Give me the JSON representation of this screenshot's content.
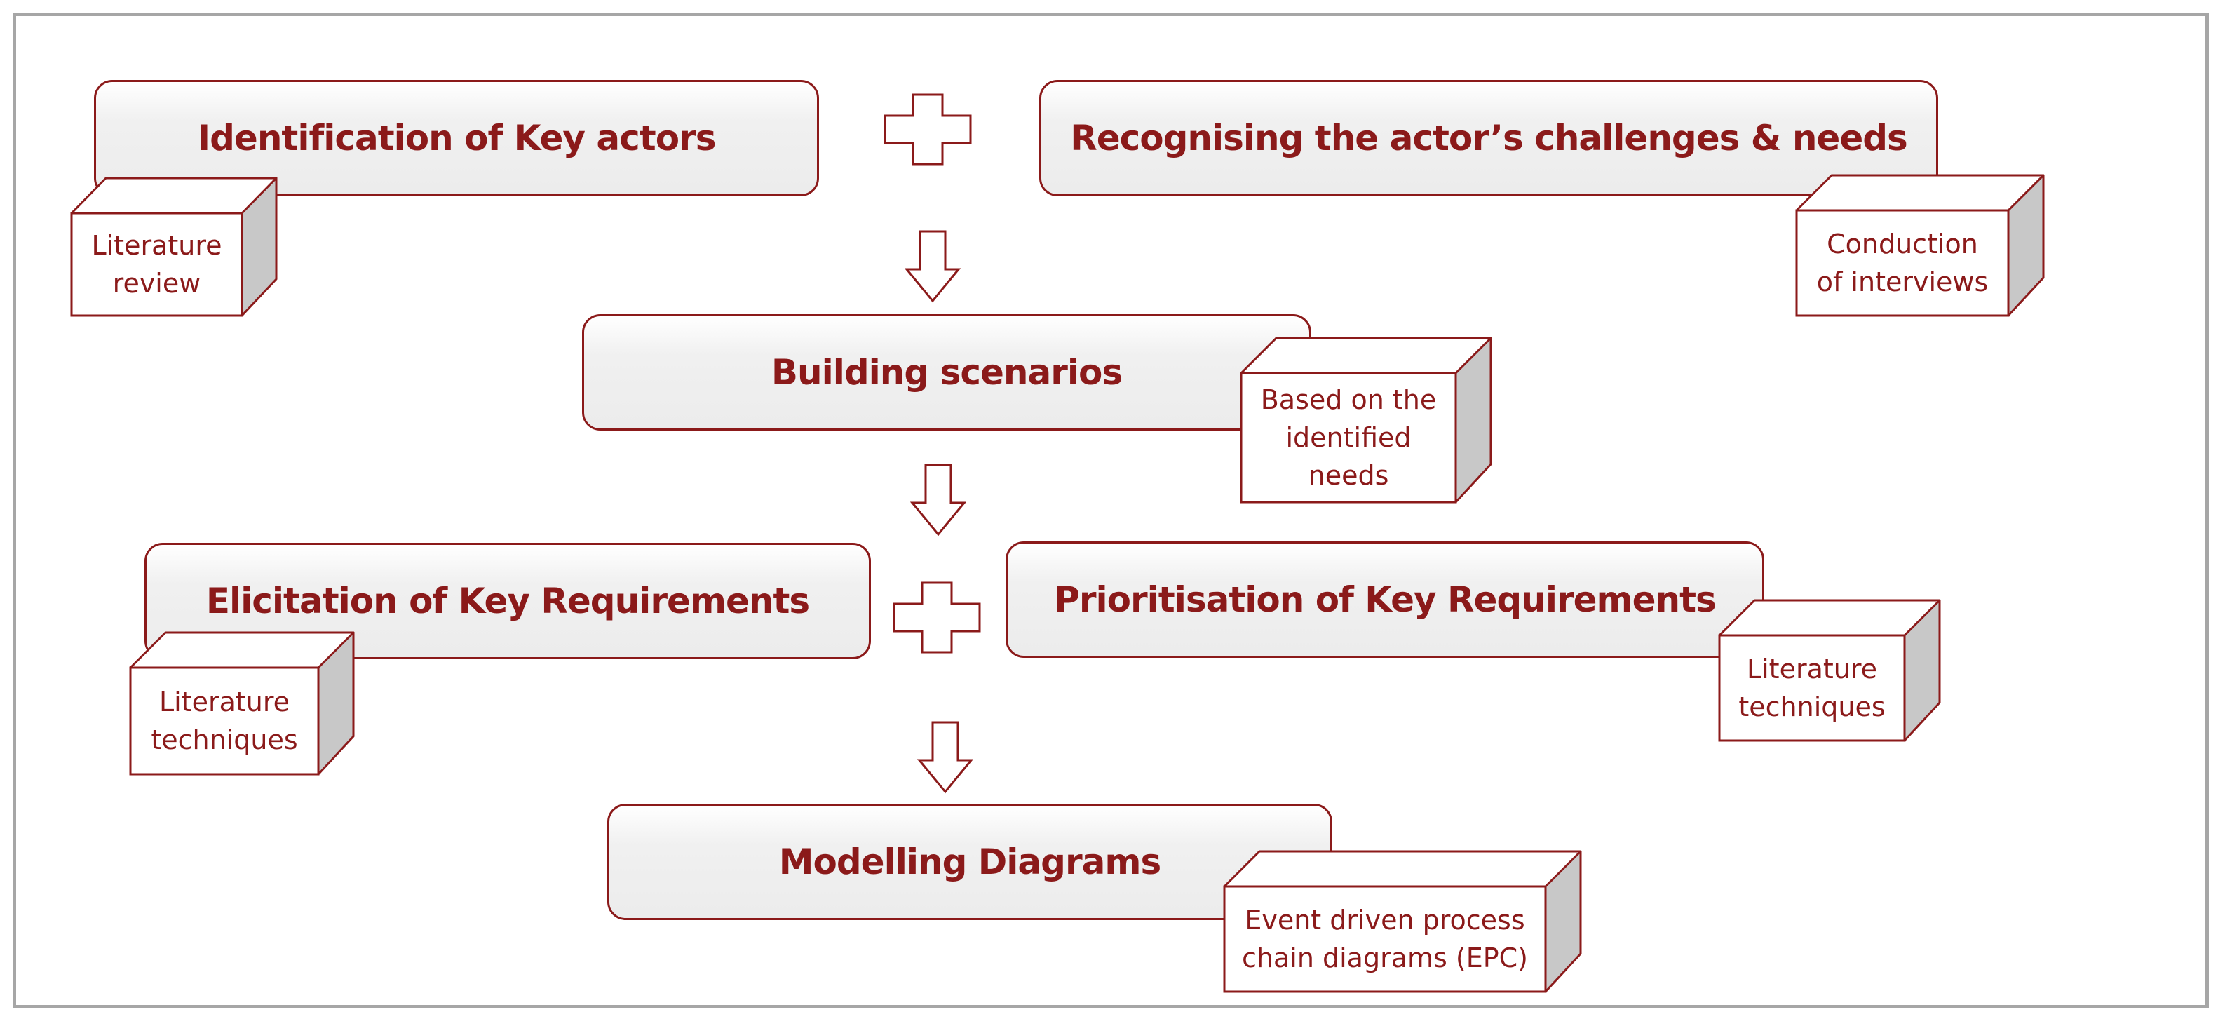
{
  "steps": {
    "identification": "Identification of Key actors",
    "recognising": "Recognising the actor’s challenges & needs",
    "building": "Building scenarios",
    "elicitation": "Elicitation of Key Requirements",
    "prioritisation": "Prioritisation of Key Requirements",
    "modelling": "Modelling Diagrams"
  },
  "methods": {
    "literature_review": [
      "Literature",
      "review"
    ],
    "interviews": [
      "Conduction",
      "of interviews"
    ],
    "based_on_needs": [
      "Based on the",
      "identified",
      "needs"
    ],
    "elicitation_techniques": [
      "Literature",
      "techniques"
    ],
    "prioritisation_techniques": [
      "Literature",
      "techniques"
    ],
    "epc": [
      "Event driven process",
      "chain diagrams (EPC)"
    ]
  },
  "colors": {
    "accent": "#8b1a1a",
    "border_gray": "#a6a6a6",
    "cube_side": "#c8c8c8",
    "box_fill": "#ececec"
  },
  "icons": [
    "plus-icon",
    "down-arrow-icon"
  ]
}
